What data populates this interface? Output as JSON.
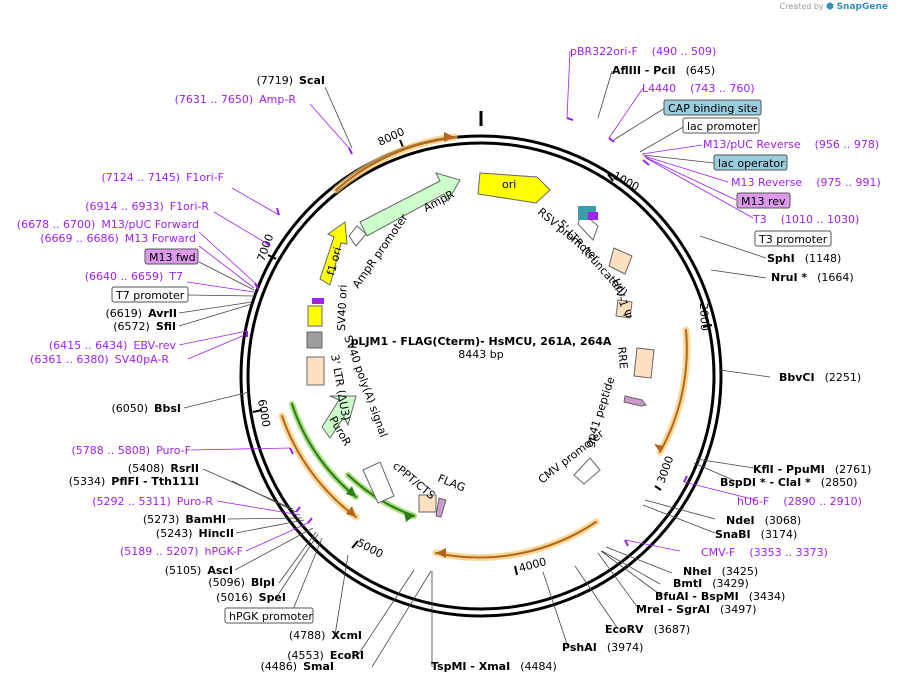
{
  "creator": {
    "prefix": "Created by",
    "brand": "SnapGene"
  },
  "plasmid": {
    "name": "pLJM1 - FLAG(Cterm)- HsMCU, 261A, 264A",
    "length_label": "8443 bp"
  },
  "scale_ticks": [
    "1000",
    "2000",
    "3000",
    "4000",
    "5000",
    "6000",
    "7000",
    "8000"
  ],
  "features": [
    {
      "name": "ori",
      "color": "#ffff00"
    },
    {
      "name": "AmpR",
      "color": "#ccffcc"
    },
    {
      "name": "AmpR promoter",
      "color": "#ffffff"
    },
    {
      "name": "f1 ori",
      "color": "#ffff00"
    },
    {
      "name": "SV40 ori",
      "color": "#ffff00"
    },
    {
      "name": "RSV promoter",
      "color": "#ffffff"
    },
    {
      "name": "5' LTR (truncated)",
      "color": "#ffe0c0"
    },
    {
      "name": "HIV-1 Ψ",
      "color": "#ffe0c0"
    },
    {
      "name": "RRE",
      "color": "#ffe0c0"
    },
    {
      "name": "gp41 peptide",
      "color": "#cc99cc"
    },
    {
      "name": "CMV promoter",
      "color": "#ffffff"
    },
    {
      "name": "FLAG",
      "color": "#cc99cc"
    },
    {
      "name": "cPPT/CTS",
      "color": "#ffe0c0"
    },
    {
      "name": "PuroR",
      "color": "#ccffcc"
    },
    {
      "name": "SV40 poly(A) signal",
      "color": "#ffffff"
    },
    {
      "name": "3' LTR (ΔU3)",
      "color": "#ffe0c0"
    }
  ],
  "boxed_labels": [
    {
      "text": "CAP binding site",
      "style": "teal"
    },
    {
      "text": "lac promoter",
      "style": "white"
    },
    {
      "text": "lac operator",
      "style": "teal"
    },
    {
      "text": "M13 rev",
      "style": "purple"
    },
    {
      "text": "T3 promoter",
      "style": "white"
    },
    {
      "text": "M13 fwd",
      "style": "purple"
    },
    {
      "text": "T7 promoter",
      "style": "white"
    },
    {
      "text": "hPGK promoter",
      "style": "white"
    }
  ],
  "sites": [
    {
      "name": "pBR322ori-F",
      "coords": "(490 .. 509)",
      "kind": "primer"
    },
    {
      "name": "AflIII  - PciI",
      "coords": "(645)",
      "kind": "enzyme"
    },
    {
      "name": "L4440",
      "coords": "(743 .. 760)",
      "kind": "primer"
    },
    {
      "name": "M13/pUC Reverse",
      "coords": "(956 .. 978)",
      "kind": "primer"
    },
    {
      "name": "M13 Reverse",
      "coords": "(975 .. 991)",
      "kind": "primer"
    },
    {
      "name": "T3",
      "coords": "(1010 .. 1030)",
      "kind": "primer"
    },
    {
      "name": "SphI",
      "coords": "(1148)",
      "kind": "enzyme"
    },
    {
      "name": "NruI *",
      "coords": "(1664)",
      "kind": "enzyme"
    },
    {
      "name": "BbvCI",
      "coords": "(2251)",
      "kind": "enzyme"
    },
    {
      "name": "KflI  - PpuMI",
      "coords": "(2761)",
      "kind": "enzyme"
    },
    {
      "name": "BspDI *  - ClaI *",
      "coords": "(2850)",
      "kind": "enzyme"
    },
    {
      "name": "hU6-F",
      "coords": "(2890 .. 2910)",
      "kind": "primer"
    },
    {
      "name": "NdeI",
      "coords": "(3068)",
      "kind": "enzyme"
    },
    {
      "name": "SnaBI",
      "coords": "(3174)",
      "kind": "enzyme"
    },
    {
      "name": "CMV-F",
      "coords": "(3353 .. 3373)",
      "kind": "primer"
    },
    {
      "name": "NheI",
      "coords": "(3425)",
      "kind": "enzyme"
    },
    {
      "name": "BmtI",
      "coords": "(3429)",
      "kind": "enzyme"
    },
    {
      "name": "BfuAI  - BspMI",
      "coords": "(3434)",
      "kind": "enzyme"
    },
    {
      "name": "MreI  - SgrAI",
      "coords": "(3497)",
      "kind": "enzyme"
    },
    {
      "name": "EcoRV",
      "coords": "(3687)",
      "kind": "enzyme"
    },
    {
      "name": "PshAI",
      "coords": "(3974)",
      "kind": "enzyme"
    },
    {
      "name": "TspMI  - XmaI",
      "coords": "(4484)",
      "kind": "enzyme"
    },
    {
      "name": "SmaI",
      "coords": "(4486)",
      "kind": "enzyme"
    },
    {
      "name": "EcoRI",
      "coords": "(4553)",
      "kind": "enzyme"
    },
    {
      "name": "XcmI",
      "coords": "(4788)",
      "kind": "enzyme"
    },
    {
      "name": "SpeI",
      "coords": "(5016)",
      "kind": "enzyme"
    },
    {
      "name": "BlpI",
      "coords": "(5096)",
      "kind": "enzyme"
    },
    {
      "name": "AscI",
      "coords": "(5105)",
      "kind": "enzyme"
    },
    {
      "name": "hPGK-F",
      "coords": "(5189 .. 5207)",
      "kind": "primer"
    },
    {
      "name": "HincII",
      "coords": "(5243)",
      "kind": "enzyme"
    },
    {
      "name": "BamHI",
      "coords": "(5273)",
      "kind": "enzyme"
    },
    {
      "name": "Puro-R",
      "coords": "(5292 .. 5311)",
      "kind": "primer"
    },
    {
      "name": "PflFI  - Tth111I",
      "coords": "(5334)",
      "kind": "enzyme"
    },
    {
      "name": "RsrII",
      "coords": "(5408)",
      "kind": "enzyme"
    },
    {
      "name": "Puro-F",
      "coords": "(5788 .. 5808)",
      "kind": "primer"
    },
    {
      "name": "BbsI",
      "coords": "(6050)",
      "kind": "enzyme"
    },
    {
      "name": "SV40pA-R",
      "coords": "(6361 .. 6380)",
      "kind": "primer"
    },
    {
      "name": "EBV-rev",
      "coords": "(6415 .. 6434)",
      "kind": "primer"
    },
    {
      "name": "SfiI",
      "coords": "(6572)",
      "kind": "enzyme"
    },
    {
      "name": "AvrII",
      "coords": "(6619)",
      "kind": "enzyme"
    },
    {
      "name": "T7",
      "coords": "(6640 .. 6659)",
      "kind": "primer"
    },
    {
      "name": "M13 Forward",
      "coords": "(6669 .. 6686)",
      "kind": "primer"
    },
    {
      "name": "M13/pUC Forward",
      "coords": "(6678 .. 6700)",
      "kind": "primer"
    },
    {
      "name": "F1ori-R",
      "coords": "(6914 .. 6933)",
      "kind": "primer"
    },
    {
      "name": "F1ori-F",
      "coords": "(7124 .. 7145)",
      "kind": "primer"
    },
    {
      "name": "Amp-R",
      "coords": "(7631 .. 7650)",
      "kind": "primer"
    },
    {
      "name": "ScaI",
      "coords": "(7719)",
      "kind": "enzyme"
    }
  ]
}
